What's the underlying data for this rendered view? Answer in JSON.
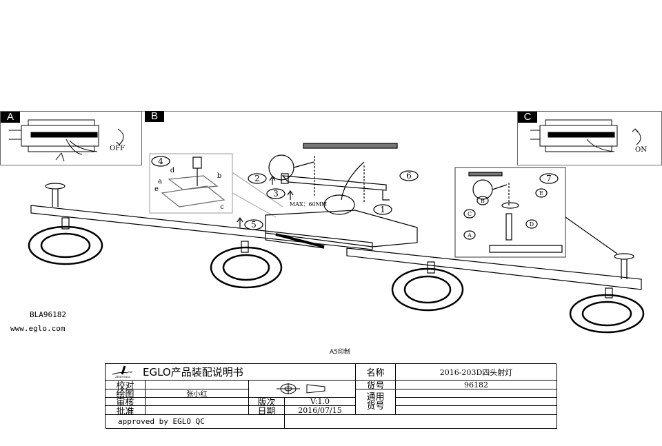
{
  "panels": {
    "a": {
      "label": "A",
      "action": "OFF"
    },
    "b": {
      "label": "B"
    },
    "c": {
      "label": "C",
      "action": "ON"
    }
  },
  "steps": {
    "s1": "1",
    "s2": "2",
    "s3": "3",
    "s4": "4",
    "s5": "5",
    "s6": "6",
    "s7": "7",
    "sub_a": "a",
    "sub_b": "b",
    "sub_c": "c",
    "sub_d": "d",
    "sub_e": "e",
    "p7_a": "A",
    "p7_b": "B",
    "p7_c": "C",
    "p7_d": "D",
    "p7_e": "E",
    "max_note": "MAX：60MM"
  },
  "model_code": "BLA96182",
  "website": "www.eglo.com",
  "print_note": "A5印制",
  "title_block": {
    "title": "EGLO产品装配说明书",
    "logo_text": "ZHENGDA LIGHTING",
    "proofread_label": "校对",
    "drawing_label": "绘图",
    "drawing_value": "张小红",
    "review_label": "审核",
    "approve_label": "批准",
    "version_label": "版次",
    "version_value": "V:1.0",
    "date_label": "日期",
    "date_value": "2016/07/15",
    "name_label": "名称",
    "name_value": "2016-203D四头射灯",
    "item_no_label": "货号",
    "item_no_value": "96182",
    "common_label_1": "通用",
    "common_label_2": "货号",
    "approved_note": "approved by EGLO QC"
  }
}
